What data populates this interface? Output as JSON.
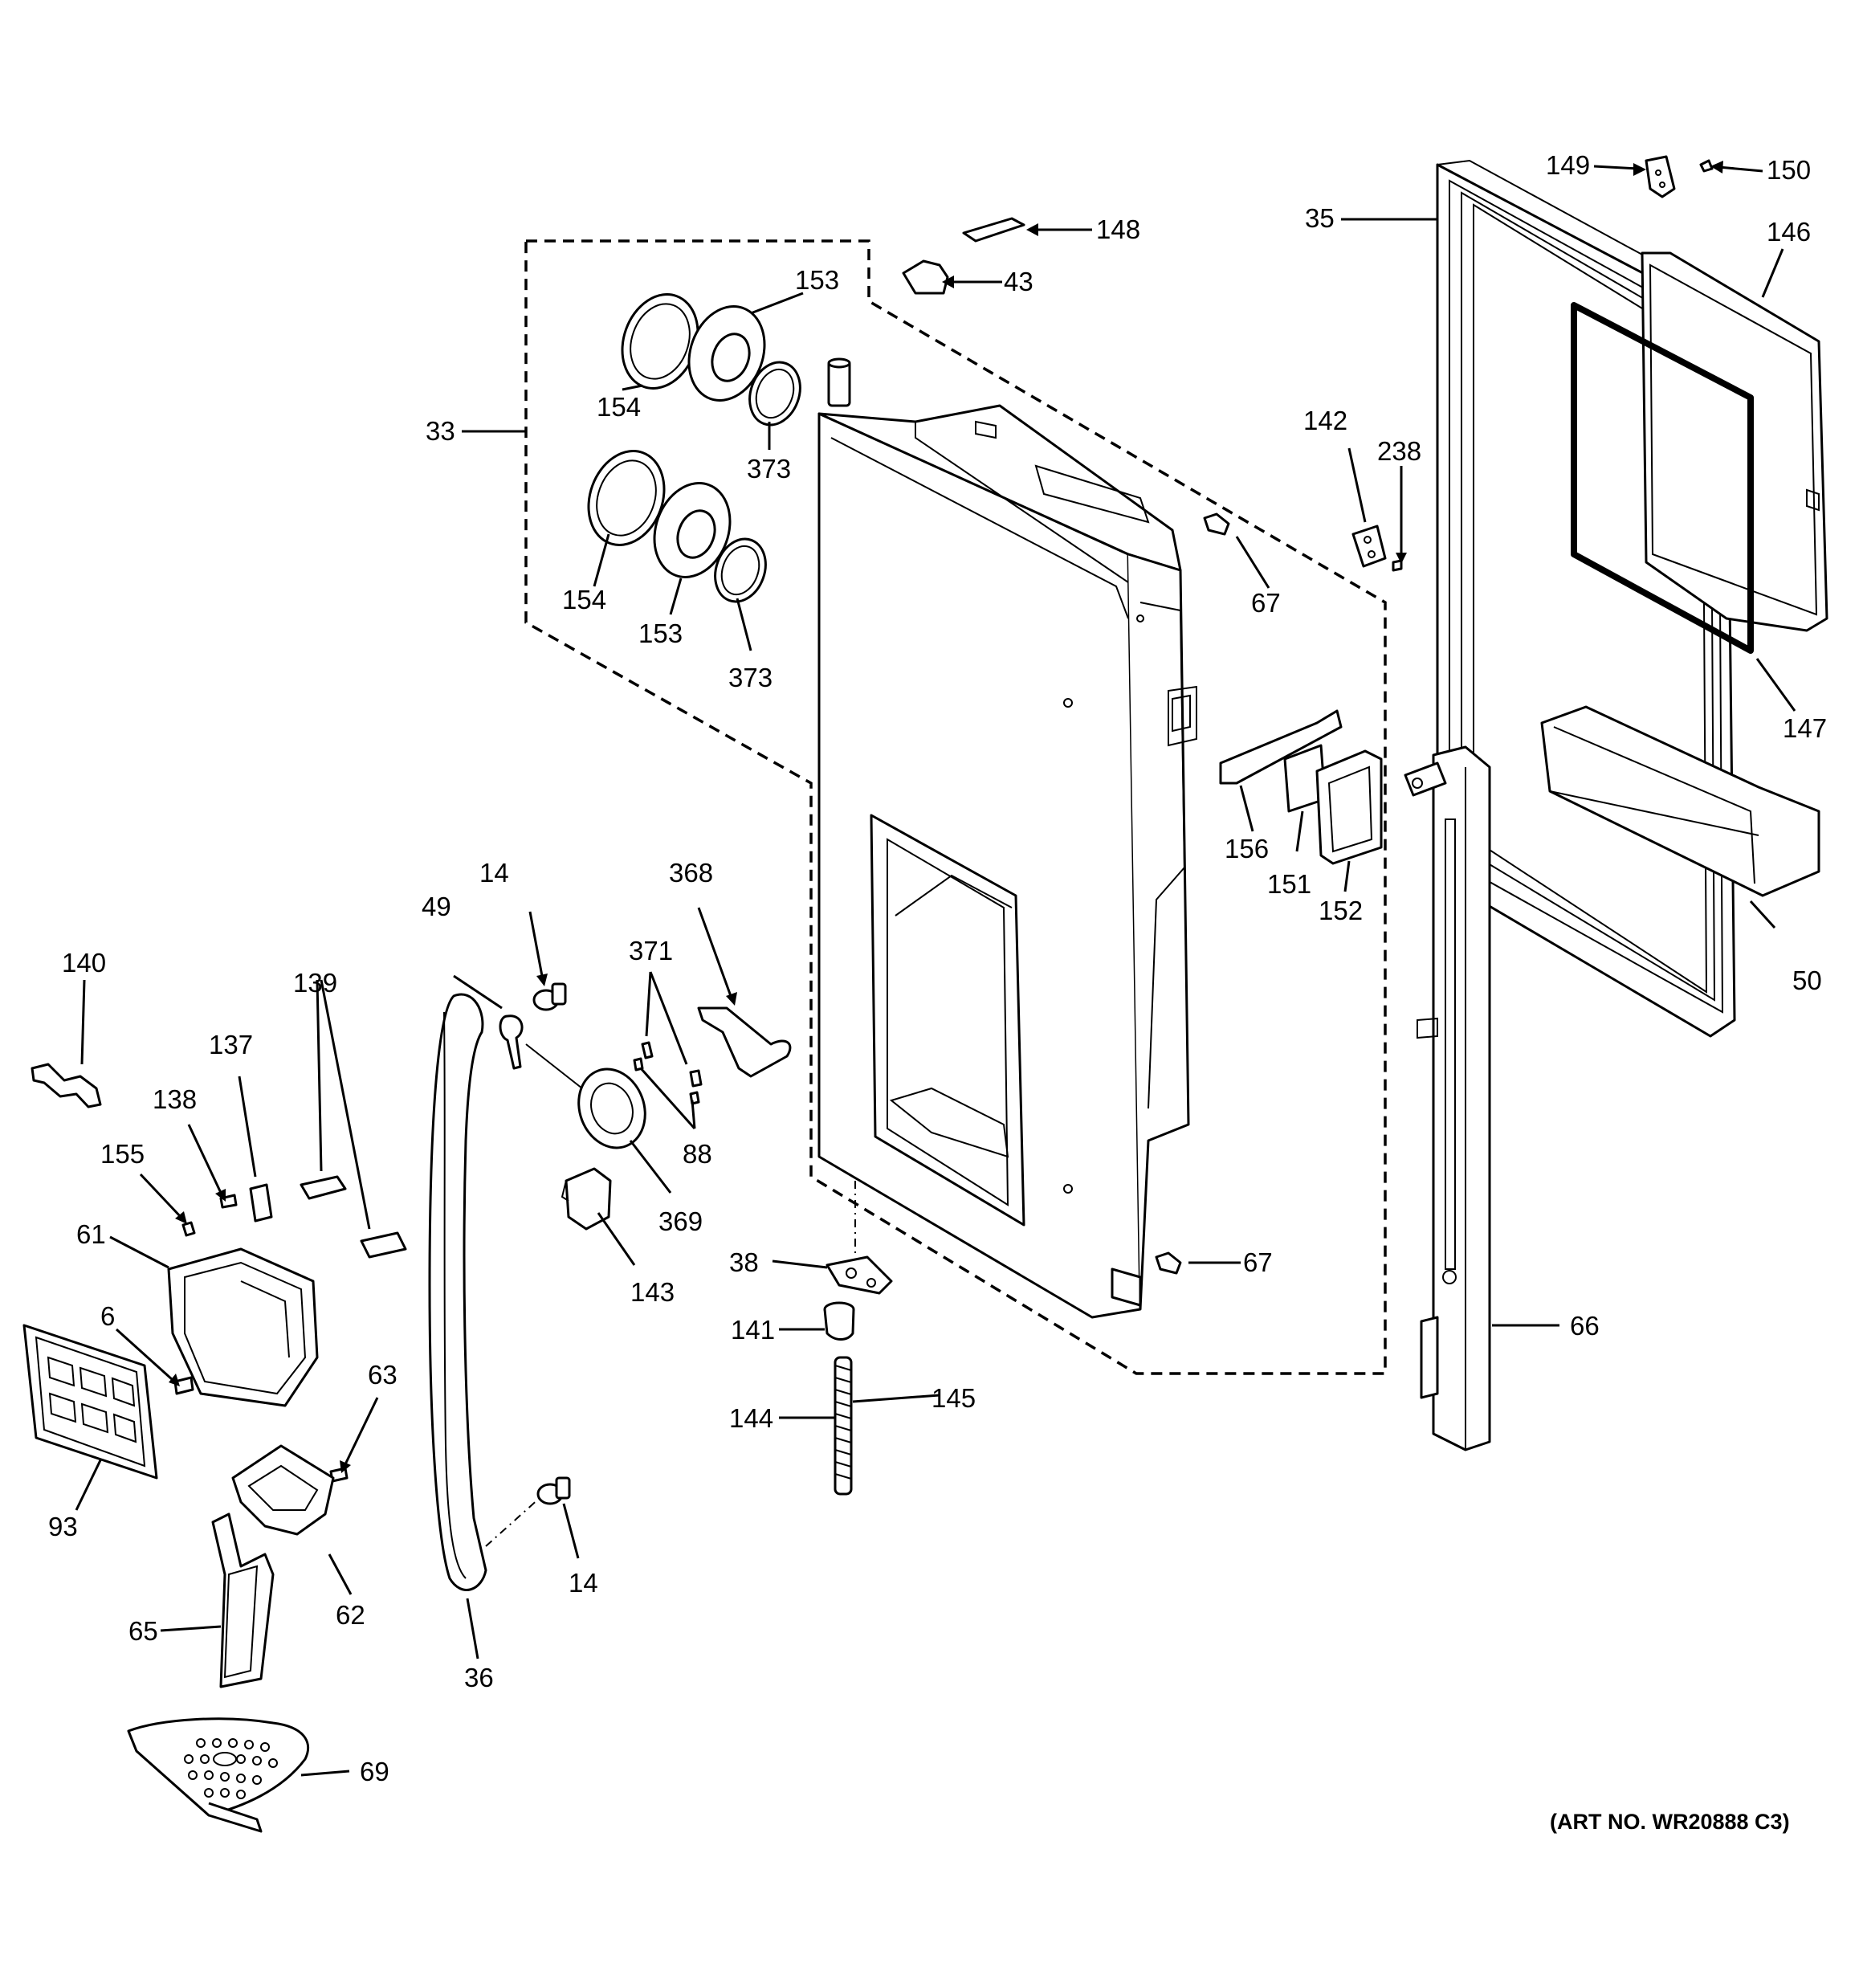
{
  "art_number": "(ART NO. WR20888 C3)",
  "callouts": [
    {
      "id": "c149",
      "text": "149"
    },
    {
      "id": "c150",
      "text": "150"
    },
    {
      "id": "c148",
      "text": "148"
    },
    {
      "id": "c35",
      "text": "35"
    },
    {
      "id": "c146",
      "text": "146"
    },
    {
      "id": "c153a",
      "text": "153"
    },
    {
      "id": "c43",
      "text": "43"
    },
    {
      "id": "c33",
      "text": "33"
    },
    {
      "id": "c154a",
      "text": "154"
    },
    {
      "id": "c373a",
      "text": "373"
    },
    {
      "id": "c142",
      "text": "142"
    },
    {
      "id": "c238",
      "text": "238"
    },
    {
      "id": "c154b",
      "text": "154"
    },
    {
      "id": "c153b",
      "text": "153"
    },
    {
      "id": "c373b",
      "text": "373"
    },
    {
      "id": "c67a",
      "text": "67"
    },
    {
      "id": "c147",
      "text": "147"
    },
    {
      "id": "c156",
      "text": "156"
    },
    {
      "id": "c151",
      "text": "151"
    },
    {
      "id": "c152",
      "text": "152"
    },
    {
      "id": "c368",
      "text": "368"
    },
    {
      "id": "c14a",
      "text": "14"
    },
    {
      "id": "c49",
      "text": "49"
    },
    {
      "id": "c371",
      "text": "371"
    },
    {
      "id": "c50",
      "text": "50"
    },
    {
      "id": "c140",
      "text": "140"
    },
    {
      "id": "c139",
      "text": "139"
    },
    {
      "id": "c137",
      "text": "137"
    },
    {
      "id": "c138",
      "text": "138"
    },
    {
      "id": "c88",
      "text": "88"
    },
    {
      "id": "c155",
      "text": "155"
    },
    {
      "id": "c369",
      "text": "369"
    },
    {
      "id": "c61",
      "text": "61"
    },
    {
      "id": "c38",
      "text": "38"
    },
    {
      "id": "c67b",
      "text": "67"
    },
    {
      "id": "c143",
      "text": "143"
    },
    {
      "id": "c6",
      "text": "6"
    },
    {
      "id": "c141",
      "text": "141"
    },
    {
      "id": "c66",
      "text": "66"
    },
    {
      "id": "c63",
      "text": "63"
    },
    {
      "id": "c144",
      "text": "144"
    },
    {
      "id": "c145",
      "text": "145"
    },
    {
      "id": "c93",
      "text": "93"
    },
    {
      "id": "c14b",
      "text": "14"
    },
    {
      "id": "c62",
      "text": "62"
    },
    {
      "id": "c65",
      "text": "65"
    },
    {
      "id": "c36",
      "text": "36"
    },
    {
      "id": "c69",
      "text": "69"
    }
  ]
}
